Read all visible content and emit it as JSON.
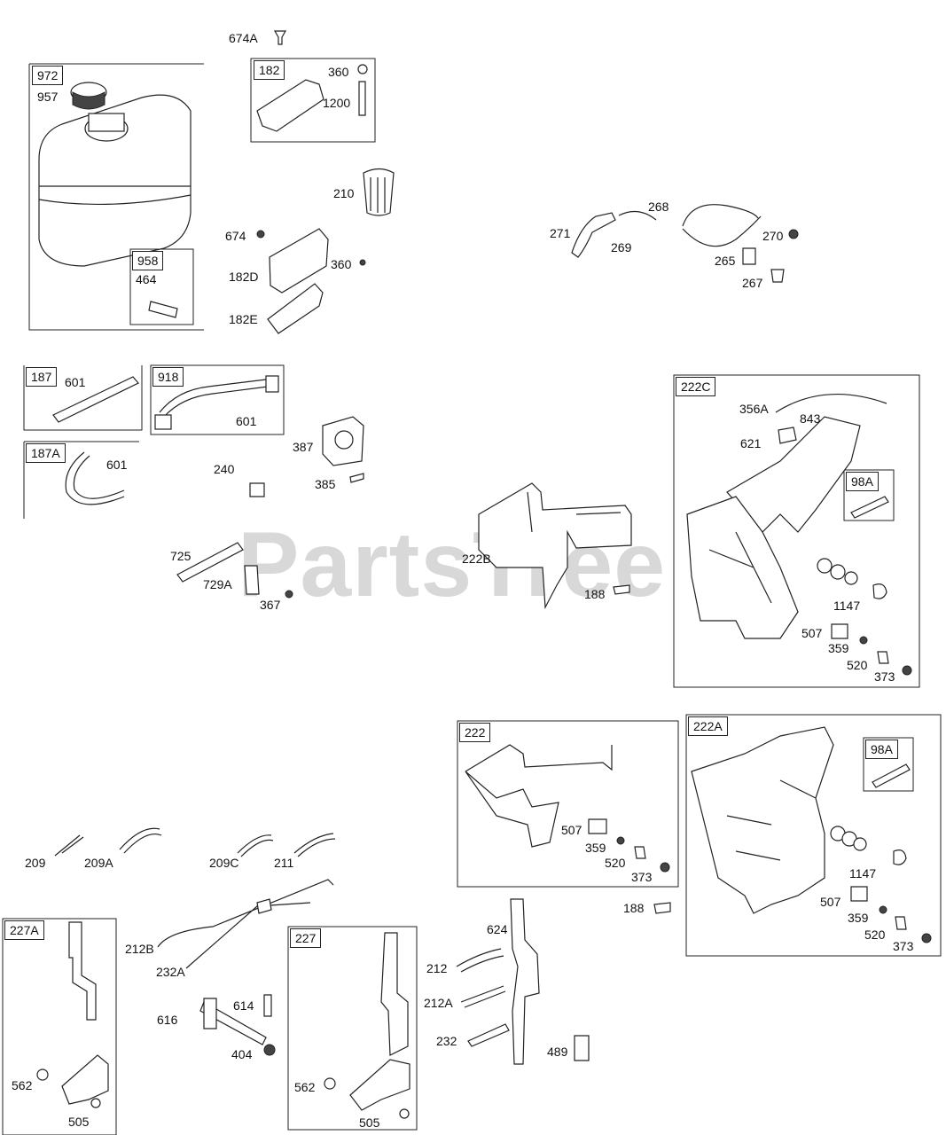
{
  "watermark": "PartsTree",
  "labels": {
    "l674A": "674A",
    "l957": "957",
    "l360a": "360",
    "l1200": "1200",
    "l210": "210",
    "l674": "674",
    "l182D": "182D",
    "l360b": "360",
    "l182E": "182E",
    "l464": "464",
    "l271": "271",
    "l268": "268",
    "l269": "269",
    "l270": "270",
    "l265": "265",
    "l267": "267",
    "l601a": "601",
    "l601b": "601",
    "l601c": "601",
    "l387": "387",
    "l240": "240",
    "l385": "385",
    "l725": "725",
    "l729A": "729A",
    "l367": "367",
    "l222B": "222B",
    "l188a": "188",
    "l356A": "356A",
    "l843": "843",
    "l621": "621",
    "l1147a": "1147",
    "l507a": "507",
    "l359a": "359",
    "l520a": "520",
    "l373a": "373",
    "l507b": "507",
    "l359b": "359",
    "l520b": "520",
    "l373b": "373",
    "l188b": "188",
    "l1147b": "1147",
    "l507c": "507",
    "l359c": "359",
    "l520c": "520",
    "l373c": "373",
    "l209": "209",
    "l209A": "209A",
    "l209C": "209C",
    "l211": "211",
    "l212B": "212B",
    "l232A": "232A",
    "l614": "614",
    "l616": "616",
    "l404": "404",
    "l562a": "562",
    "l505a": "505",
    "l562b": "562",
    "l505b": "505",
    "l624": "624",
    "l212": "212",
    "l212A": "212A",
    "l232": "232",
    "l489": "489"
  },
  "boxed_labels": {
    "b972": "972",
    "b182": "182",
    "b958": "958",
    "b187": "187",
    "b918": "918",
    "b187A": "187A",
    "b222C": "222C",
    "b98Aa": "98A",
    "b222": "222",
    "b222A": "222A",
    "b98Ab": "98A",
    "b227A": "227A",
    "b227": "227"
  }
}
